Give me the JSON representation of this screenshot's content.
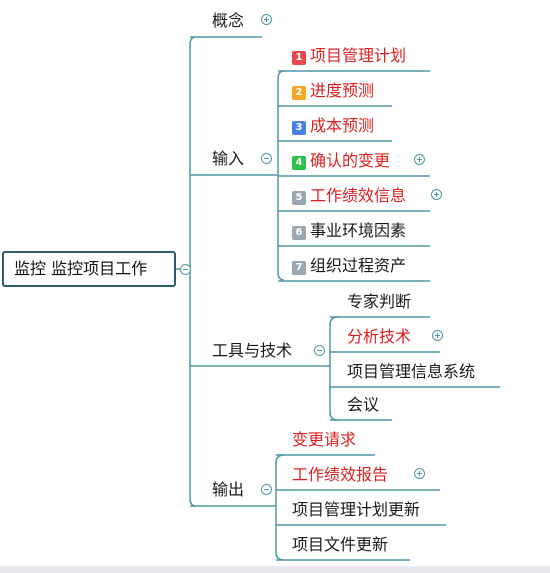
{
  "root": {
    "label": "监控 监控项目工作"
  },
  "branches": [
    {
      "label": "概念",
      "collapsed": true,
      "children": []
    },
    {
      "label": "输入",
      "collapsed": false,
      "children": [
        {
          "badge": "1",
          "badge_color": "#e5484d",
          "label": "项目管理计划",
          "red": true,
          "expand": false
        },
        {
          "badge": "2",
          "badge_color": "#f5a623",
          "label": "进度预测",
          "red": true,
          "expand": false
        },
        {
          "badge": "3",
          "badge_color": "#4a7ee8",
          "label": "成本预测",
          "red": true,
          "expand": false
        },
        {
          "badge": "4",
          "badge_color": "#2fc24a",
          "label": "确认的变更",
          "red": true,
          "expand": true
        },
        {
          "badge": "5",
          "badge_color": "#9aa7b0",
          "label": "工作绩效信息",
          "red": true,
          "expand": true
        },
        {
          "badge": "6",
          "badge_color": "#9aa7b0",
          "label": "事业环境因素",
          "red": false,
          "expand": false
        },
        {
          "badge": "7",
          "badge_color": "#9aa7b0",
          "label": "组织过程资产",
          "red": false,
          "expand": false
        }
      ]
    },
    {
      "label": "工具与技术",
      "collapsed": false,
      "children": [
        {
          "label": "专家判断",
          "red": false,
          "expand": false
        },
        {
          "label": "分析技术",
          "red": true,
          "expand": true
        },
        {
          "label": "项目管理信息系统",
          "red": false,
          "expand": false
        },
        {
          "label": "会议",
          "red": false,
          "expand": false
        }
      ]
    },
    {
      "label": "输出",
      "collapsed": false,
      "children": [
        {
          "label": "变更请求",
          "red": true,
          "expand": false
        },
        {
          "label": "工作绩效报告",
          "red": true,
          "expand": true
        },
        {
          "label": "项目管理计划更新",
          "red": false,
          "expand": false
        },
        {
          "label": "项目文件更新",
          "red": false,
          "expand": false
        }
      ]
    }
  ],
  "colors": {
    "line": "#4f97a3",
    "root_border": "#2e5e6b",
    "highlight_text": "#e02020"
  }
}
